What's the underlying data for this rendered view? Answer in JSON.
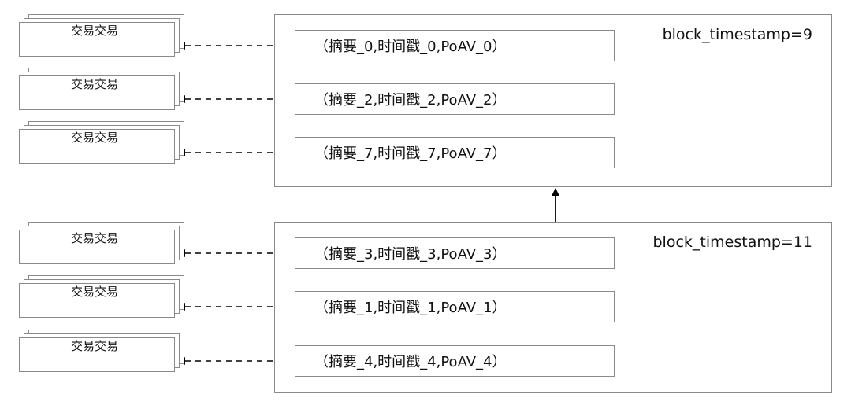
{
  "blocks": [
    {
      "label": "block_timestamp=9",
      "entries": [
        {
          "text": "（摘要_0,时间戳_0,PoAV_0）",
          "tx_label": "交易交易"
        },
        {
          "text": "（摘要_2,时间戳_2,PoAV_2）",
          "tx_label": "交易交易"
        },
        {
          "text": "（摘要_7,时间戳_7,PoAV_7）",
          "tx_label": "交易交易"
        }
      ]
    },
    {
      "label": "block_timestamp=11",
      "entries": [
        {
          "text": "（摘要_3,时间戳_3,PoAV_3）",
          "tx_label": "交易交易"
        },
        {
          "text": "（摘要_1,时间戳_1,PoAV_1）",
          "tx_label": "交易交易"
        },
        {
          "text": "（摘要_4,时间戳_4,PoAV_4）",
          "tx_label": "交易交易"
        }
      ]
    }
  ]
}
